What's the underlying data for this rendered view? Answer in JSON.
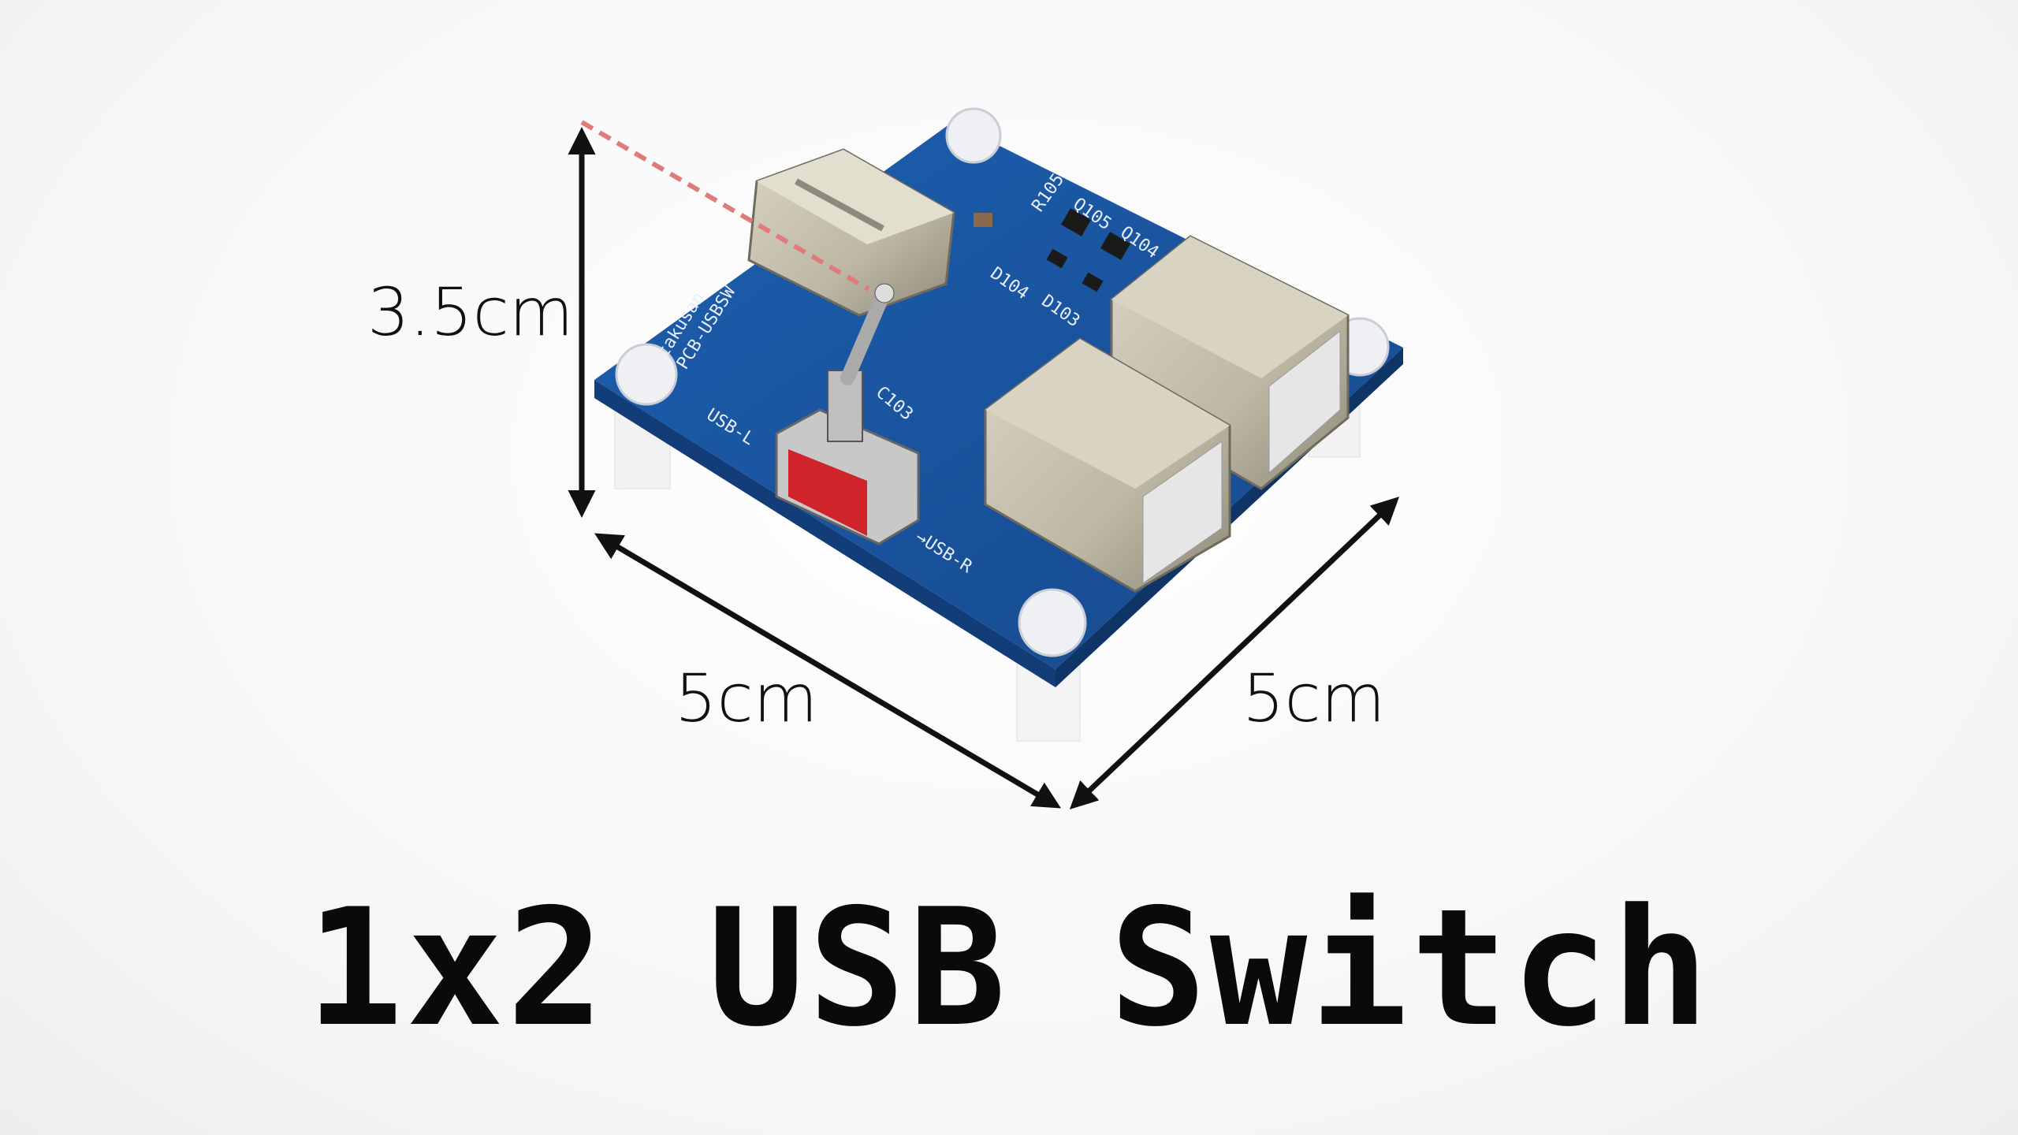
{
  "title": "1x2 USB Switch",
  "dimensions": {
    "height_label": "3.5cm",
    "width_label": "5cm",
    "depth_label": "5cm"
  },
  "pcb_silkscreen": {
    "maker": "takusan",
    "board_name": "PCB-USBSW",
    "left_label": "USB-L",
    "right_label": "→USB-R",
    "resistor": "R105",
    "transistors": [
      "Q105",
      "Q104"
    ],
    "diodes": [
      "D104",
      "D103"
    ],
    "capacitor": "C103"
  },
  "colors": {
    "pcb": "#1f5aa8",
    "dashed_line": "#e07b7b",
    "arrow": "#111111",
    "switch_red": "#d0242c"
  }
}
